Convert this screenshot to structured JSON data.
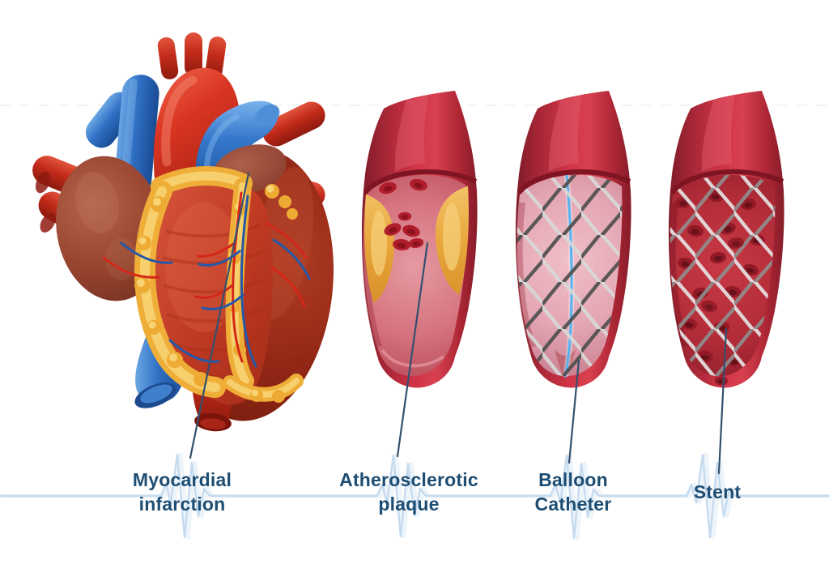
{
  "figure": {
    "title": "Myocardial infarction and angioplasty illustration",
    "labels": [
      {
        "id": "myocardial-infarction",
        "lines": [
          "Myocardial",
          "infarction"
        ]
      },
      {
        "id": "atherosclerotic-plaque",
        "lines": [
          "Atherosclerotic",
          "plaque"
        ]
      },
      {
        "id": "balloon-catheter",
        "lines": [
          "Balloon",
          "Catheter"
        ]
      },
      {
        "id": "stent",
        "lines": [
          "Stent"
        ]
      }
    ],
    "parts": {
      "heart": "heart-illustration",
      "vessel1": "artery-with-atherosclerotic-plaque",
      "vessel2": "artery-with-balloon-catheter",
      "vessel3": "artery-with-stent",
      "background": "ecg-heartbeat-trace"
    },
    "colors": {
      "background": "#ffffff",
      "label_text": "#1d4d72",
      "pointer_line": "#33506f",
      "ecg_trace": "#c3d9ee",
      "vessel_red": "#c72e40",
      "vessel_dark_red": "#7c1a27",
      "lumen_pink": "#d5737f",
      "plaque_orange": "#e8a63c",
      "blood_cell_red": "#a81e2c",
      "balloon_pink": "#e3a6b2",
      "guidewire_blue": "#5ab4f0",
      "stent_mesh_gray": "#9a9a9a",
      "heart_muscle_red": "#c03a24",
      "fat_yellow": "#efae38",
      "vein_blue": "#2f6fc4"
    }
  }
}
